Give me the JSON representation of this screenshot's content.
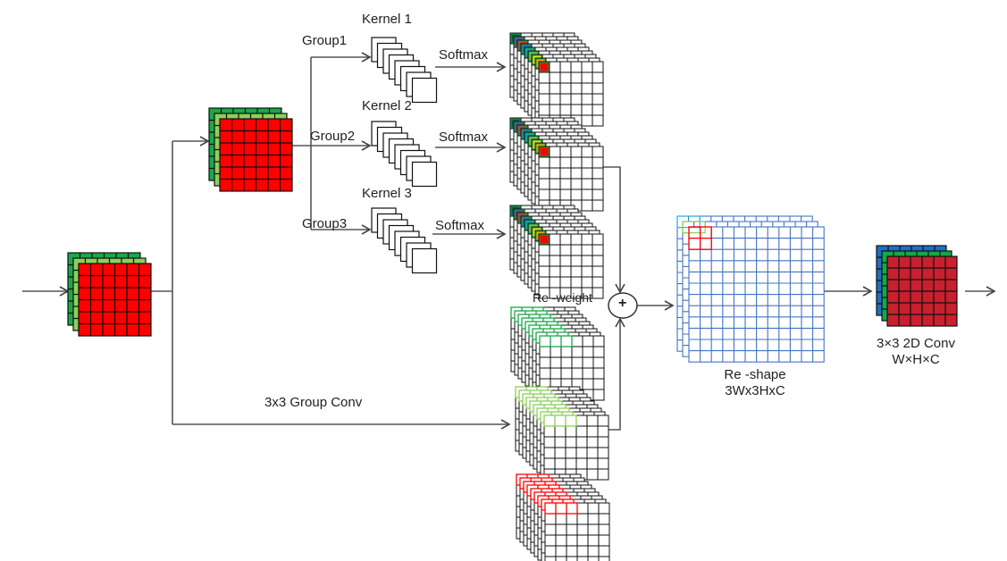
{
  "labels": {
    "kernel1": "Kernel 1",
    "kernel2": "Kernel 2",
    "kernel3": "Kernel 3",
    "group1": "Group1",
    "group2": "Group2",
    "group3": "Group3",
    "softmax1": "Softmax",
    "softmax2": "Softmax",
    "softmax3": "Softmax",
    "reweight": "Re -weight",
    "group_conv": "3x3 Group Conv",
    "reshape_line1": "Re -shape",
    "reshape_line2": "3Wx3HxC",
    "conv_line1": "3×3 2D Conv",
    "conv_line2": "W×H×C",
    "plus": "+"
  },
  "colors": {
    "red": "#ff0000",
    "dark_green": "#1aa84a",
    "light_green": "#8dcf5a",
    "grid_blue": "#4472c4",
    "cyan": "#29b6e8",
    "conv_blue": "#1f6fc1",
    "conv_green": "#13a84a",
    "conv_red": "#c8202e",
    "arrow": "#555555",
    "softmax_diag": [
      "#0b5a4a",
      "#6a3d9a",
      "#c0392b",
      "#1f6fc1",
      "#1aa0b0",
      "#7cc24a",
      "#e6e600",
      "#f5a000",
      "#ff0000"
    ]
  }
}
